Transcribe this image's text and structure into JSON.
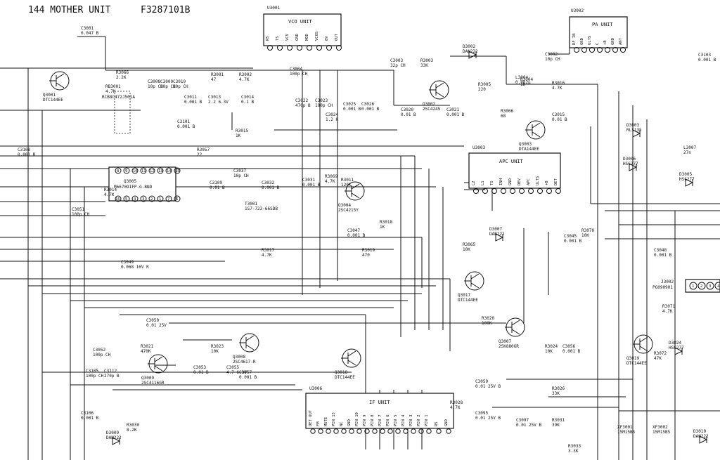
{
  "header": {
    "unit_name": "144 MOTHER UNIT",
    "part_number": "F3287101B"
  },
  "units": {
    "vco": {
      "ref": "U3001",
      "title": "VCO UNIT",
      "pins": [
        "R5",
        "TS",
        "VCV",
        "GND",
        "MOD",
        "VCOS",
        "8V",
        "OUT"
      ]
    },
    "pa": {
      "ref": "U3002",
      "title": "PA UNIT",
      "pins": [
        "RF IN",
        "GND",
        "ULTS",
        "C",
        "+B",
        "GND",
        "ANT"
      ]
    },
    "apc": {
      "ref": "U3003",
      "title": "APC UNIT",
      "pins": [
        "L2",
        "L1",
        "TS",
        "INH",
        "GND",
        "DEV",
        "APC",
        "ULTS",
        "+B",
        "DET"
      ]
    },
    "if": {
      "ref": "U3006",
      "title": "IF UNIT",
      "pins": [
        "DET OUT",
        "FM",
        "MUTE",
        "PIN 13",
        "NC",
        "GND",
        "PIN 10",
        "PIN 9",
        "PIN 8",
        "PIN 7",
        "PIN 6",
        "PIN 5",
        "PIN 4",
        "PIN 3",
        "PIN 2",
        "PIN 1",
        "R5",
        "GND"
      ]
    }
  },
  "ic": {
    "ref": "Q3005",
    "part": "M66709IFP-G-BND",
    "top_pins": [
      "8",
      "9",
      "10",
      "11",
      "12",
      "13",
      "14",
      "15"
    ],
    "bottom_pins": [
      "16",
      "5",
      "4",
      "3",
      "2",
      "1",
      "7",
      "6"
    ]
  },
  "connector": {
    "ref": "J3002",
    "part": "PG090901",
    "pins": [
      "1",
      "2",
      "3",
      "4"
    ]
  },
  "transistors": [
    {
      "ref": "Q3001",
      "part": "DTC144EE"
    },
    {
      "ref": "Q3002",
      "part": "2SC4245"
    },
    {
      "ref": "Q3003",
      "part": "DTA144EE"
    },
    {
      "ref": "Q3004",
      "part": "2SC4215Y"
    },
    {
      "ref": "Q3007",
      "part": "2SK880GR"
    },
    {
      "ref": "Q3008",
      "part": "2SC4617-R"
    },
    {
      "ref": "Q3009",
      "part": "2SC4116GR"
    },
    {
      "ref": "Q3017",
      "part": "DTC144EE"
    },
    {
      "ref": "Q3018",
      "part": "DTC144EE"
    },
    {
      "ref": "Q3019",
      "part": "DTC144EE"
    }
  ],
  "diodes": [
    {
      "ref": "D3002",
      "part": "DAN222"
    },
    {
      "ref": "D3007",
      "part": "DAN222"
    },
    {
      "ref": "D3009",
      "part": "DAN222"
    },
    {
      "ref": "D3010",
      "part": "DAN222"
    },
    {
      "ref": "D3003",
      "part": "RLS135"
    },
    {
      "ref": "D3005",
      "part": "HSC277"
    },
    {
      "ref": "D3006",
      "part": "HSC277"
    },
    {
      "ref": "D3024",
      "part": "HSC277"
    }
  ],
  "resistors": [
    {
      "ref": "R3001",
      "value": "47"
    },
    {
      "ref": "R3002",
      "value": "4.7K"
    },
    {
      "ref": "R3003",
      "value": "33K"
    },
    {
      "ref": "R3004",
      "value": "1K"
    },
    {
      "ref": "R3005",
      "value": "220"
    },
    {
      "ref": "R3006",
      "value": "68"
    },
    {
      "ref": "R3011",
      "value": "120K"
    },
    {
      "ref": "R3014",
      "value": "4.7K"
    },
    {
      "ref": "R3015",
      "value": "1K"
    },
    {
      "ref": "R3016",
      "value": "4.7K"
    },
    {
      "ref": "R3017",
      "value": "4.7K"
    },
    {
      "ref": "R3018",
      "value": "1K"
    },
    {
      "ref": "R3019",
      "value": "470"
    },
    {
      "ref": "R3020",
      "value": "100K"
    },
    {
      "ref": "R3021",
      "value": "470K"
    },
    {
      "ref": "R3023",
      "value": "10K"
    },
    {
      "ref": "R3024",
      "value": "10K"
    },
    {
      "ref": "R3026",
      "value": "33K"
    },
    {
      "ref": "R3028",
      "value": "4.7K"
    },
    {
      "ref": "R3030",
      "value": "8.2K"
    },
    {
      "ref": "R3031",
      "value": "39K"
    },
    {
      "ref": "R3033",
      "value": "3.3K"
    },
    {
      "ref": "R3057",
      "value": "22"
    },
    {
      "ref": "R3065",
      "value": "10K"
    },
    {
      "ref": "R3066",
      "value": "2.2K"
    },
    {
      "ref": "R3069",
      "value": "4.7K"
    },
    {
      "ref": "R3070",
      "value": "10K"
    },
    {
      "ref": "R3071",
      "value": "4.7K"
    },
    {
      "ref": "R3072",
      "value": "47K"
    },
    {
      "ref": "RB3001",
      "value": "4.7K"
    },
    {
      "ref": "RCB8C472J501A",
      "value": ""
    }
  ],
  "capacitors": [
    {
      "ref": "C3001",
      "value": "0.047 B"
    },
    {
      "ref": "C3002",
      "value": "10p CH"
    },
    {
      "ref": "C3003",
      "value": "32p CH"
    },
    {
      "ref": "C3004",
      "value": "100p CH"
    },
    {
      "ref": "C3008",
      "value": "10p CH"
    },
    {
      "ref": "C3009",
      "value": "10p CH"
    },
    {
      "ref": "C3010",
      "value": "10p CH"
    },
    {
      "ref": "C3011",
      "value": "0.001 B"
    },
    {
      "ref": "C3013",
      "value": "2.2 6.3V"
    },
    {
      "ref": "C3014",
      "value": "0.1 B"
    },
    {
      "ref": "C3015",
      "value": "0.01 B"
    },
    {
      "ref": "C3020",
      "value": "0.01 B"
    },
    {
      "ref": "C3021",
      "value": "0.001 B"
    },
    {
      "ref": "C3022",
      "value": "470p B"
    },
    {
      "ref": "C3023",
      "value": "100p CH"
    },
    {
      "ref": "C3024",
      "value": "1.2 K"
    },
    {
      "ref": "C3025",
      "value": "0.001 B"
    },
    {
      "ref": "C3026",
      "value": "0.001 B"
    },
    {
      "ref": "C3031",
      "value": "0.001 B"
    },
    {
      "ref": "C3032",
      "value": "0.001 B"
    },
    {
      "ref": "C3037",
      "value": "10p CH"
    },
    {
      "ref": "C3045",
      "value": "0.001 B"
    },
    {
      "ref": "C3047",
      "value": "0.001 B"
    },
    {
      "ref": "C3048",
      "value": "0.001 B"
    },
    {
      "ref": "C3049",
      "value": "0.068 16V R"
    },
    {
      "ref": "C3050",
      "value": "0.01 25V"
    },
    {
      "ref": "C3051",
      "value": "100p CH"
    },
    {
      "ref": "C3052",
      "value": "100p CH"
    },
    {
      "ref": "C3053",
      "value": "0.01 B"
    },
    {
      "ref": "C3055",
      "value": "4.7 6.3V"
    },
    {
      "ref": "C3056",
      "value": "0.001 B"
    },
    {
      "ref": "C3057",
      "value": "0.001 B"
    },
    {
      "ref": "C3059",
      "value": "0.01 25V B"
    },
    {
      "ref": "C3095",
      "value": "0.01 25V B"
    },
    {
      "ref": "C3097",
      "value": "0.01 25V B"
    },
    {
      "ref": "C3101",
      "value": "0.001 B"
    },
    {
      "ref": "C3103",
      "value": "0.001 B"
    },
    {
      "ref": "C3105",
      "value": "100p CH"
    },
    {
      "ref": "C3106",
      "value": "0.001 B"
    },
    {
      "ref": "C3108",
      "value": "0.001 B"
    },
    {
      "ref": "C3109",
      "value": "0.01 B"
    },
    {
      "ref": "C3112",
      "value": "270p B"
    }
  ],
  "misc_parts": [
    {
      "ref": "L3004",
      "value": "0.082μ"
    },
    {
      "ref": "L3007",
      "value": "27n"
    },
    {
      "ref": "T3001",
      "value": "1S7-723-66SDB"
    },
    {
      "ref": "XF3001",
      "value": "15M15B5"
    },
    {
      "ref": "XF3002",
      "value": "15M15B5"
    }
  ]
}
